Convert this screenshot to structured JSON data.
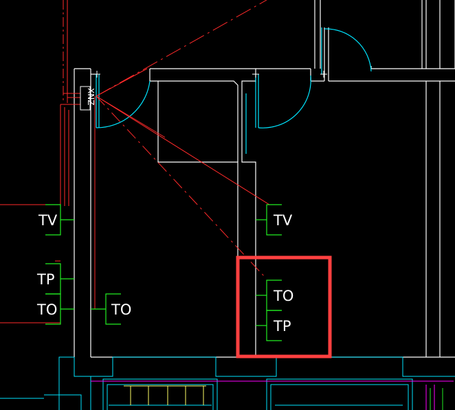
{
  "colors": {
    "background": "#000000",
    "wall": "#ffffff",
    "door": "#00e5ff",
    "route": "#ff2a2a",
    "symbol": "#22ee22",
    "highlight": "#ff4040",
    "accent": "#ff00ff",
    "stair": "#ffff66"
  },
  "junction_box": {
    "label": "XNZ"
  },
  "outlets": [
    {
      "id": "tv-left",
      "label": "TV"
    },
    {
      "id": "tp-left",
      "label": "TP"
    },
    {
      "id": "to-left",
      "label": "TO"
    },
    {
      "id": "to-center",
      "label": "TO"
    },
    {
      "id": "tv-right",
      "label": "TV"
    },
    {
      "id": "to-highlight",
      "label": "TO"
    },
    {
      "id": "tp-highlight",
      "label": "TP"
    }
  ]
}
